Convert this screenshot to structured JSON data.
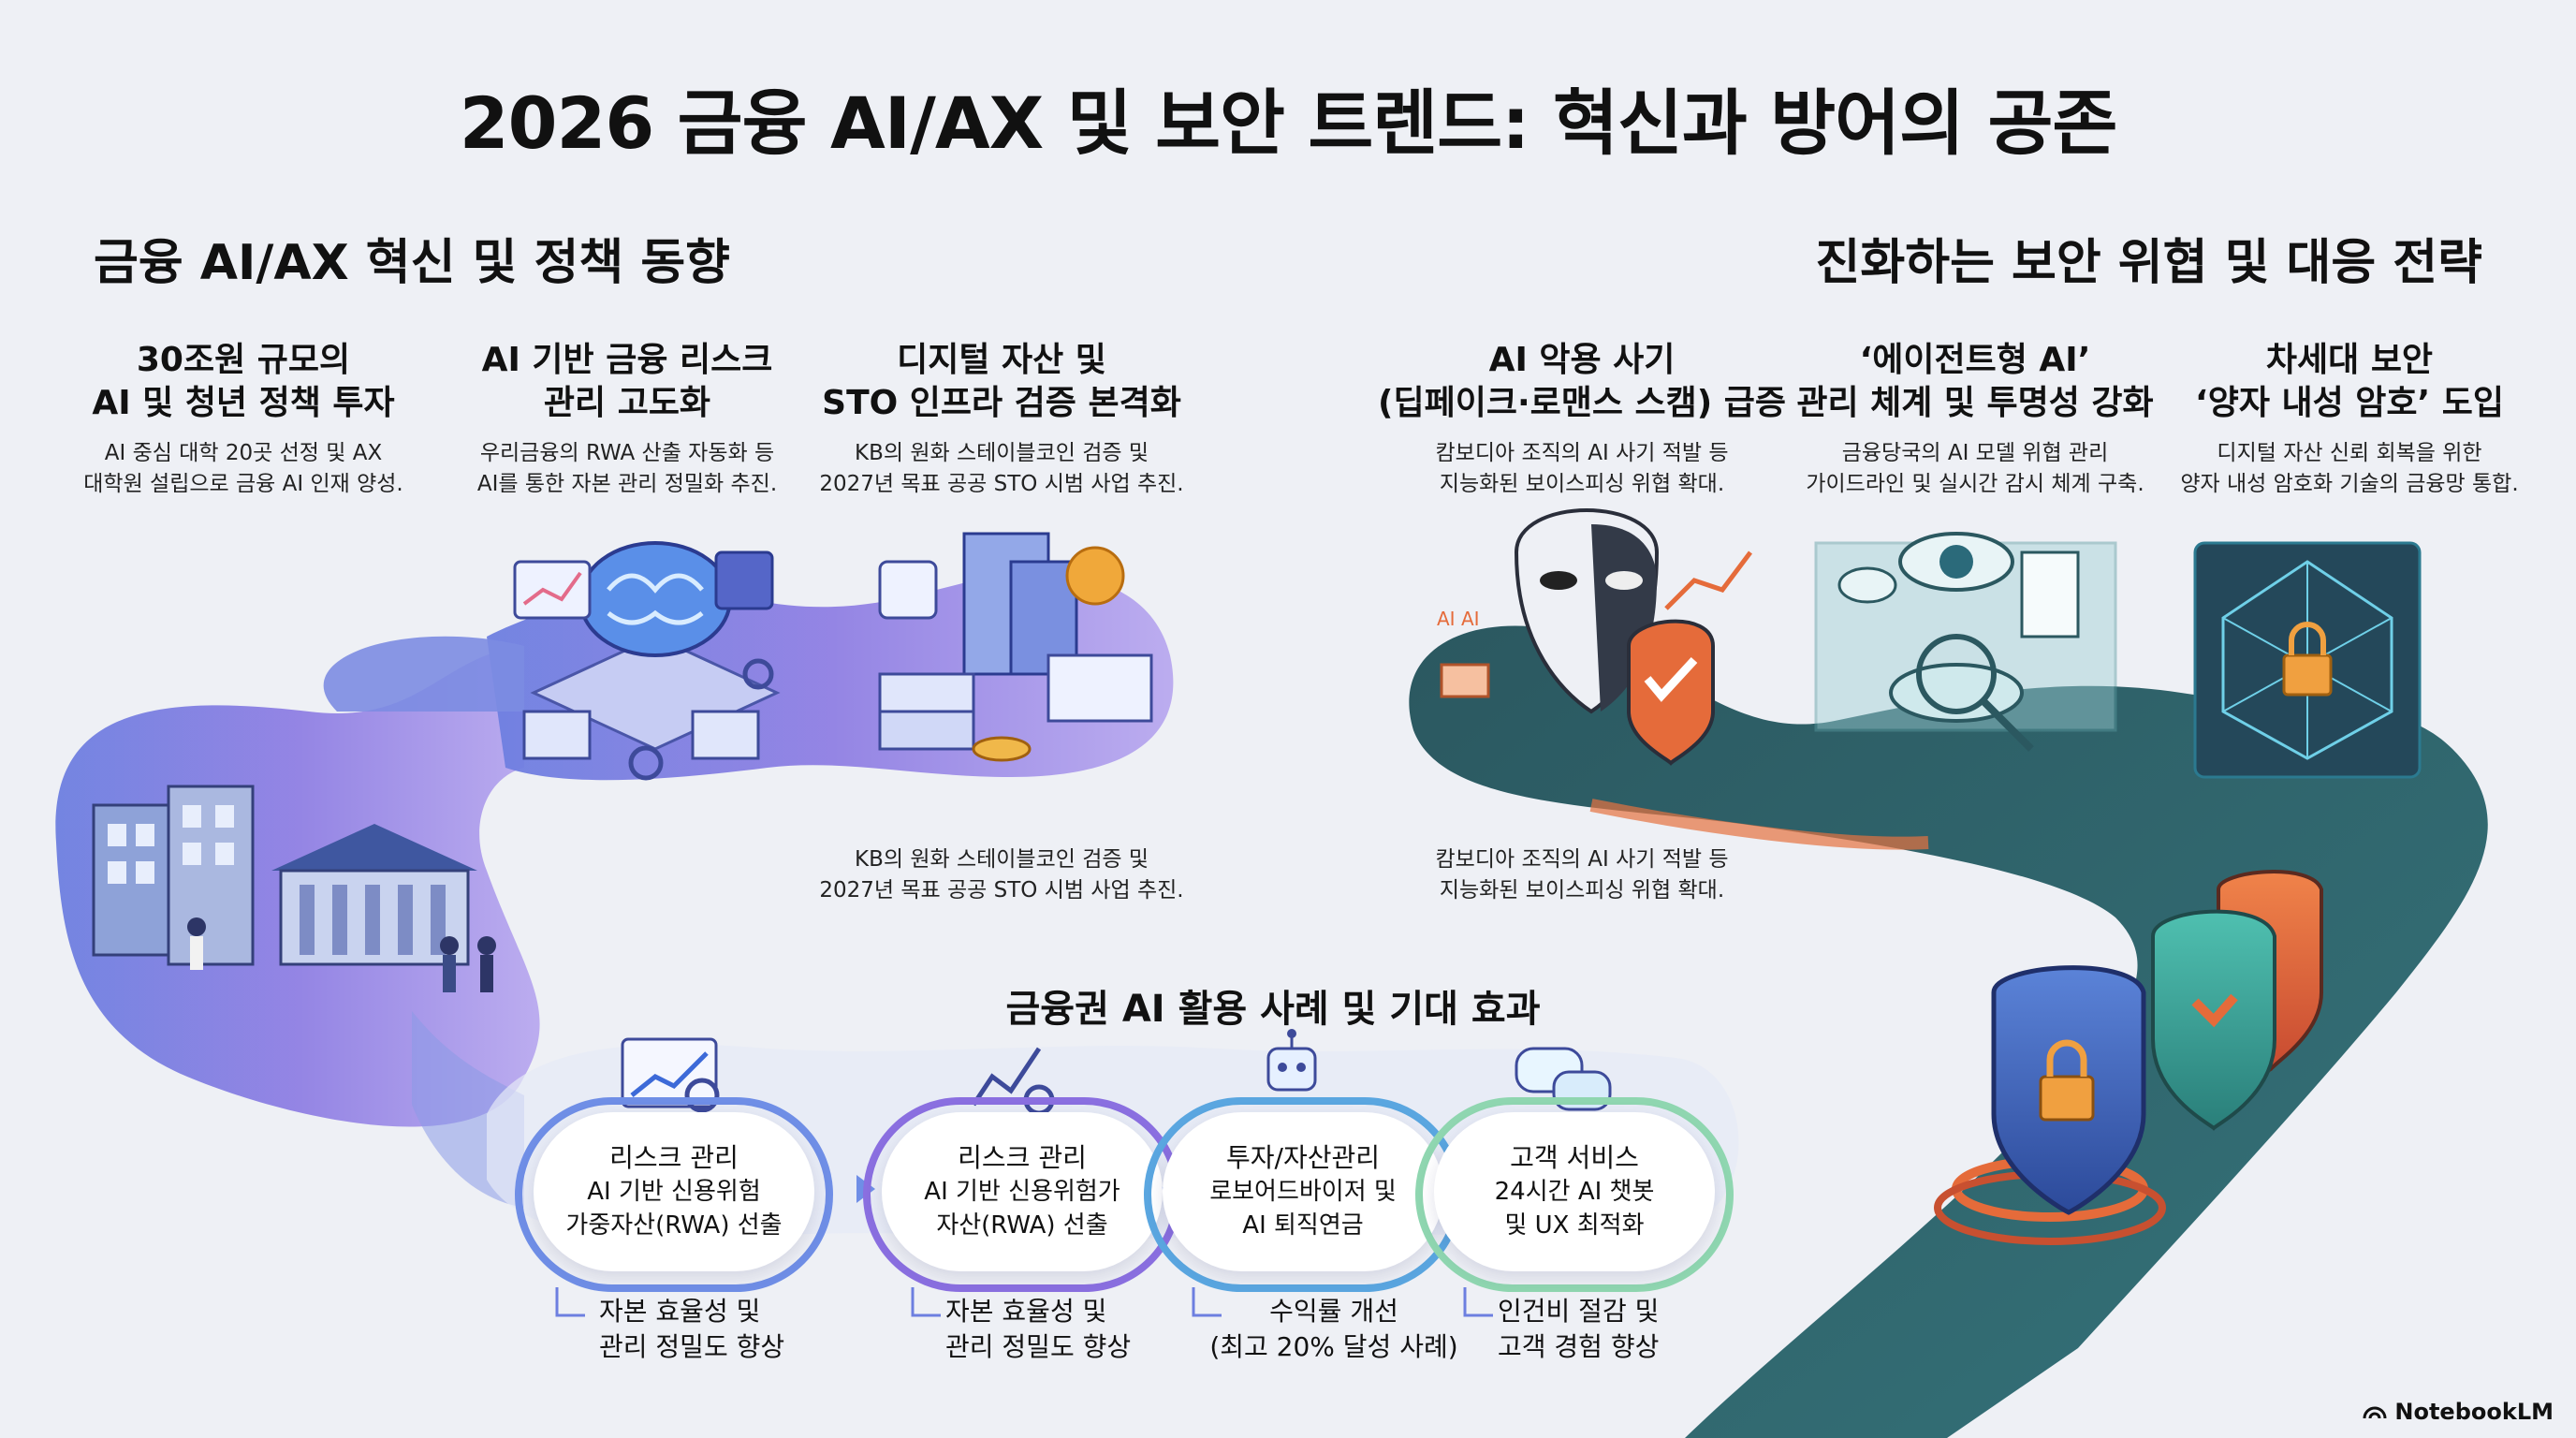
{
  "title": "2026 금융 AI/AX 및 보안 트렌드: 혁신과 방어의 공존",
  "left_section": {
    "title": "금융 AI/AX 혁신 및 정책 동향",
    "columns": [
      {
        "heading_1": "30조원 규모의",
        "heading_2": "AI 및 청년 정책 투자",
        "desc_1": "AI 중심 대학 20곳 선정 및 AX",
        "desc_2": "대학원 설립으로 금융 AI 인재 양성."
      },
      {
        "heading_1": "AI 기반 금융 리스크",
        "heading_2": "관리 고도화",
        "desc_1": "우리금융의 RWA 산출 자동화 등",
        "desc_2": "AI를 통한 자본 관리 정밀화 추진."
      },
      {
        "heading_1": "디지털 자산 및",
        "heading_2": "STO 인프라 검증 본격화",
        "desc_1": "KB의 원화 스테이블코인 검증 및",
        "desc_2": "2027년 목표 공공 STO 시범 사업 추진."
      }
    ],
    "extra_caption": {
      "line_1": "KB의 원화 스테이블코인 검증 및",
      "line_2": "2027년 목표 공공 STO 시범 사업 추진."
    }
  },
  "right_section": {
    "title": "진화하는 보안 위협 및 대응 전략",
    "columns": [
      {
        "heading_1": "AI 악용 사기",
        "heading_2": "(딥페이크·로맨스 스캠) 급증",
        "desc_1": "캄보디아 조직의 AI 사기 적발 등",
        "desc_2": "지능화된 보이스피싱 위협 확대."
      },
      {
        "heading_1": "‘에이전트형 AI’",
        "heading_2": "관리 체계 및 투명성 강화",
        "desc_1": "금융당국의 AI 모델 위협 관리",
        "desc_2": "가이드라인 및 실시간 감시 체계 구축."
      },
      {
        "heading_1": "차세대 보안",
        "heading_2": "‘양자 내성 암호’ 도입",
        "desc_1": "디지털 자산 신뢰 회복을 위한",
        "desc_2": "양자 내성 암호화 기술의 금융망 통합."
      }
    ],
    "extra_caption": {
      "line_1": "캄보디아 조직의 AI 사기 적발 등",
      "line_2": "지능화된 보이스피싱 위협 확대."
    }
  },
  "cases": {
    "title": "금융권 AI 활용 사례 및 기대 효과",
    "items": [
      {
        "l1": "리스크 관리",
        "l2": "AI 기반 신용위험",
        "l3": "가중자산(RWA) 선출",
        "e1": "자본 효율성 및",
        "e2": "관리 정밀도 향상",
        "ring": "#6f8ee6"
      },
      {
        "l1": "리스크 관리",
        "l2": "AI 기반 신용위험가",
        "l3": "자산(RWA) 선출",
        "e1": "자본 효율성 및",
        "e2": "관리 정밀도 향상",
        "ring": "#8a6fe0"
      },
      {
        "l1": "투자/자산관리",
        "l2": "로보어드바이저 및",
        "l3": "AI 퇴직연금",
        "e1": "수익률 개선",
        "e2": "(최고 20% 달성 사례)",
        "ring": "#5aa6e0"
      },
      {
        "l1": "고객 서비스",
        "l2": "24시간 AI 챗봇",
        "l3": "및 UX 최적화",
        "e1": "인건비 절감 및",
        "e2": "고객 경험 향상",
        "ring": "#8fd6b0"
      }
    ]
  },
  "image_texts": {
    "mask_text": "AI AI"
  },
  "footer": {
    "brand": "NotebookLM"
  },
  "colors": {
    "path_purple": "#8f7fe3",
    "path_teal": "#2f5f66",
    "accent_orange": "#e7763a"
  }
}
